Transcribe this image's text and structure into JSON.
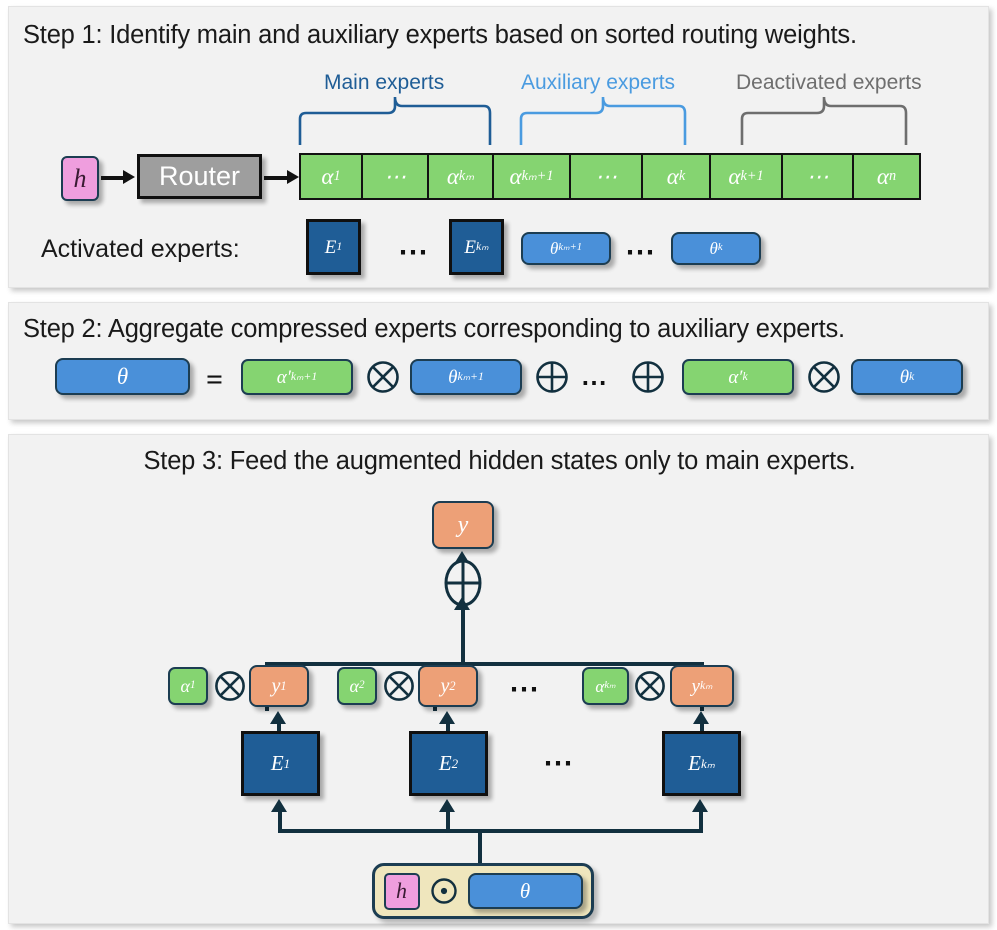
{
  "figure": {
    "title_step1": "Step 1: Identify main and auxiliary experts based on sorted routing weights.",
    "title_step2": "Step 2: Aggregate compressed experts corresponding to auxiliary experts.",
    "title_step3": "Step 3: Feed the augmented hidden states only to main experts."
  },
  "colors": {
    "panel_bg": "#f2f2f2",
    "green": "#85d471",
    "dark_blue": "#1f5d96",
    "light_blue": "#4a90d9",
    "orange": "#eda077",
    "pink": "#ef9ede",
    "gray_router": "#9e9e9e",
    "khaki": "#efe6bd",
    "navy_stroke": "#12303f",
    "label_main": "#1f5d96",
    "label_aux": "#4a9be0",
    "label_deact": "#6e6e6e"
  },
  "step1": {
    "input_label": "h",
    "router_label": "Router",
    "brackets": [
      {
        "name": "main",
        "label": "Main experts",
        "color": "#1f5d96"
      },
      {
        "name": "auxiliary",
        "label": "Auxiliary experts",
        "color": "#4a9be0"
      },
      {
        "name": "deactivated",
        "label": "Deactivated experts",
        "color": "#6e6e6e"
      }
    ],
    "weight_cells": [
      {
        "sym": "α",
        "sub": "1"
      },
      {
        "sym": "⋯",
        "sub": ""
      },
      {
        "sym": "α",
        "sub": "kₘ"
      },
      {
        "sym": "α",
        "sub": "kₘ+1"
      },
      {
        "sym": "⋯",
        "sub": ""
      },
      {
        "sym": "α",
        "sub": "k"
      },
      {
        "sym": "α",
        "sub": "k+1"
      },
      {
        "sym": "⋯",
        "sub": ""
      },
      {
        "sym": "α",
        "sub": "n"
      }
    ],
    "activated_label": "Activated experts:",
    "activated_main": [
      {
        "sym": "E",
        "sub": "1"
      },
      {
        "sym": "E",
        "sub": "kₘ"
      }
    ],
    "activated_aux": [
      {
        "sym": "θ",
        "sub": "kₘ+1"
      },
      {
        "sym": "θ",
        "sub": "k"
      }
    ],
    "ellipsis": "⋯"
  },
  "step2": {
    "result": {
      "sym": "θ",
      "sub": ""
    },
    "equals": "=",
    "terms": [
      {
        "alpha": {
          "sym": "α′",
          "sub": "kₘ+1"
        },
        "theta": {
          "sym": "θ",
          "sub": "kₘ+1"
        }
      },
      {
        "alpha": {
          "sym": "α′",
          "sub": "k"
        },
        "theta": {
          "sym": "θ",
          "sub": "k"
        }
      }
    ],
    "op_times": "⊗",
    "op_plus": "⊕",
    "ellipsis": "⋯"
  },
  "step3": {
    "output": {
      "sym": "y",
      "sub": ""
    },
    "sum_op": "⊕",
    "mul_op": "⊗",
    "hadamard_op": "⊙",
    "branches": [
      {
        "alpha": {
          "sym": "α",
          "sub": "1"
        },
        "y": {
          "sym": "y",
          "sub": "1"
        },
        "expert": {
          "sym": "E",
          "sub": "1"
        }
      },
      {
        "alpha": {
          "sym": "α",
          "sub": "2"
        },
        "y": {
          "sym": "y",
          "sub": "2"
        },
        "expert": {
          "sym": "E",
          "sub": "2"
        }
      },
      {
        "alpha": {
          "sym": "α",
          "sub": "kₘ"
        },
        "y": {
          "sym": "y",
          "sub": "kₘ"
        },
        "expert": {
          "sym": "E",
          "sub": "kₘ"
        }
      }
    ],
    "ellipsis": "⋯",
    "input_hidden": {
      "sym": "h",
      "sub": ""
    },
    "input_theta": {
      "sym": "θ",
      "sub": ""
    }
  }
}
